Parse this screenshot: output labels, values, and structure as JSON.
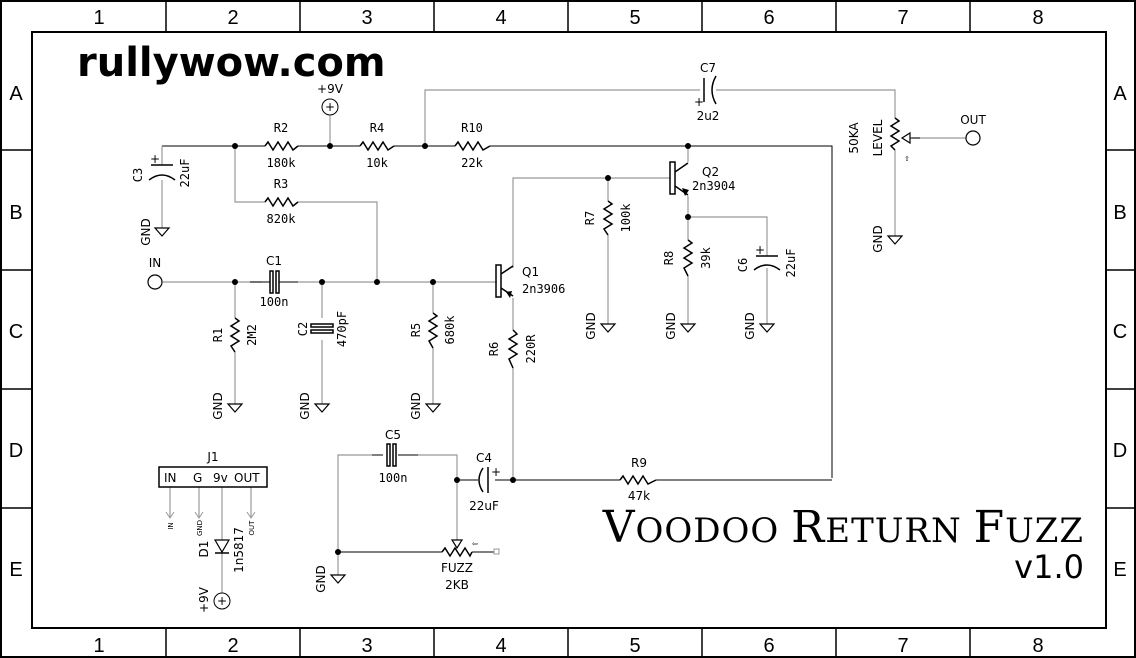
{
  "brand": "rullywow.com",
  "title": {
    "name": "Voodoo Return Fuzz",
    "name_parts": [
      "V",
      "OODOO ",
      "R",
      "ETURN ",
      "F",
      "UZZ"
    ],
    "version": "v1.0"
  },
  "grid": {
    "columns": [
      "1",
      "2",
      "3",
      "4",
      "5",
      "6",
      "7",
      "8"
    ],
    "rows": [
      "A",
      "B",
      "C",
      "D",
      "E"
    ]
  },
  "power": {
    "label": "+9V"
  },
  "ground_label": "GND",
  "io": {
    "in": "IN",
    "out": "OUT"
  },
  "components": {
    "R1": {
      "ref": "R1",
      "value": "2M2"
    },
    "R2": {
      "ref": "R2",
      "value": "180k"
    },
    "R3": {
      "ref": "R3",
      "value": "820k"
    },
    "R4": {
      "ref": "R4",
      "value": "10k"
    },
    "R5": {
      "ref": "R5",
      "value": "680k"
    },
    "R6": {
      "ref": "R6",
      "value": "220R"
    },
    "R7": {
      "ref": "R7",
      "value": "100k"
    },
    "R8": {
      "ref": "R8",
      "value": "39k"
    },
    "R9": {
      "ref": "R9",
      "value": "47k"
    },
    "R10": {
      "ref": "R10",
      "value": "22k"
    },
    "C1": {
      "ref": "C1",
      "value": "100n"
    },
    "C2": {
      "ref": "C2",
      "value": "470pF"
    },
    "C3": {
      "ref": "C3",
      "value": "22uF"
    },
    "C4": {
      "ref": "C4",
      "value": "22uF"
    },
    "C5": {
      "ref": "C5",
      "value": "100n"
    },
    "C6": {
      "ref": "C6",
      "value": "22uF"
    },
    "C7": {
      "ref": "C7",
      "value": "2u2"
    },
    "Q1": {
      "ref": "Q1",
      "value": "2n3906"
    },
    "Q2": {
      "ref": "Q2",
      "value": "2n3904"
    },
    "D1": {
      "ref": "D1",
      "value": "1n5817"
    },
    "LEVEL": {
      "ref": "LEVEL",
      "value": "50KA"
    },
    "FUZZ": {
      "ref": "FUZZ",
      "value": "2KB"
    }
  },
  "connector": {
    "ref": "J1",
    "pins": [
      "IN",
      "G",
      "9v",
      "OUT"
    ],
    "net_labels": [
      "IN",
      "GND",
      "OUT"
    ]
  }
}
